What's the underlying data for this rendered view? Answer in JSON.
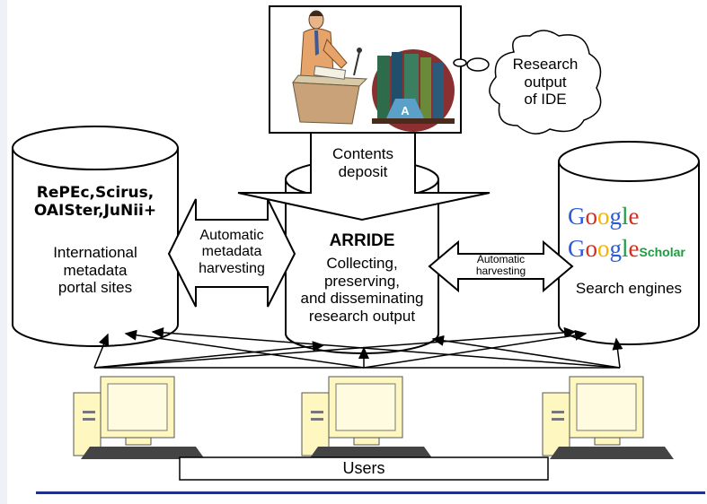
{
  "teacher_scene": {
    "bubble_text": [
      "Research",
      "output",
      "of IDE"
    ]
  },
  "deposit": {
    "lines": [
      "Contents",
      "deposit"
    ]
  },
  "left_db": {
    "portals": [
      "RePEc,Scirus,",
      "OAISter,JuNii+"
    ],
    "description": [
      "International",
      "metadata",
      "portal sites"
    ]
  },
  "left_arrow": {
    "lines": [
      "Automatic",
      "metadata",
      "harvesting"
    ]
  },
  "center_db": {
    "title": "ARRIDE",
    "description": [
      "Collecting,",
      "preserving,",
      "and disseminating",
      "research output"
    ]
  },
  "right_arrow": {
    "lines": [
      "Automatic",
      "harvesting"
    ]
  },
  "right_db": {
    "logo1": "Google",
    "logo2": "Google",
    "logo2_suffix": "Scholar",
    "description": "Search engines",
    "logo_colors": [
      "#2a5bd7",
      "#d62d20",
      "#f5b400",
      "#2a5bd7",
      "#1a9e3f",
      "#d62d20"
    ]
  },
  "users": {
    "label": "Users"
  }
}
